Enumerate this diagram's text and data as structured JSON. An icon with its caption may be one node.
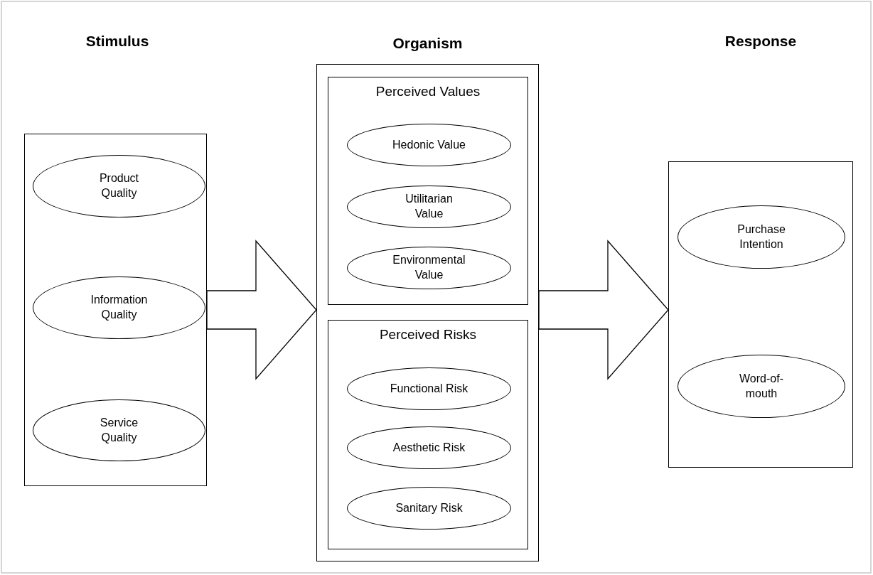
{
  "diagram": {
    "nodes": [
      {
        "text": [],
        "shape": "box"
      },
      {
        "text": [
          "Product Quality"
        ],
        "in": 0
      },
      {
        "text": [
          "Information Quality"
        ],
        "in": 0
      },
      {
        "text": [
          "Service Quality"
        ],
        "in": 0
      },
      {
        "text": [
          "Organism"
        ]
      },
      {
        "text": [
          "Perceived Values"
        ],
        "in": 4
      },
      {
        "text": [
          "Hedonic Value"
        ],
        "in": 5
      },
      {
        "text": [
          "Utilitarian Value"
        ],
        "in": 5
      },
      {
        "text": [
          "Environmental Value"
        ],
        "in": 5
      },
      {
        "text": [
          "Perceived Risks"
        ],
        "in": 4
      },
      {
        "text": [
          "Functional Risk"
        ],
        "in": 9
      },
      {
        "text": [
          "Aesthetic Risk"
        ],
        "in": 9
      },
      {
        "text": [
          "Sanitary Risk"
        ],
        "in": 9
      },
      {
        "text": [],
        "shape": "box"
      },
      {
        "text": [
          "Purchase Intention"
        ],
        "in": 13
      },
      {
        "text": [
          "Word-of-mouth"
        ],
        "in": 13
      }
    ],
    "edges": [
      {
        "from": 0,
        "to": 4,
        "arrow": "to"
      },
      {
        "from": 4,
        "to": 13,
        "arrow": "to"
      }
    ],
    "labels": [
      "Stimulus",
      "Response"
    ]
  }
}
